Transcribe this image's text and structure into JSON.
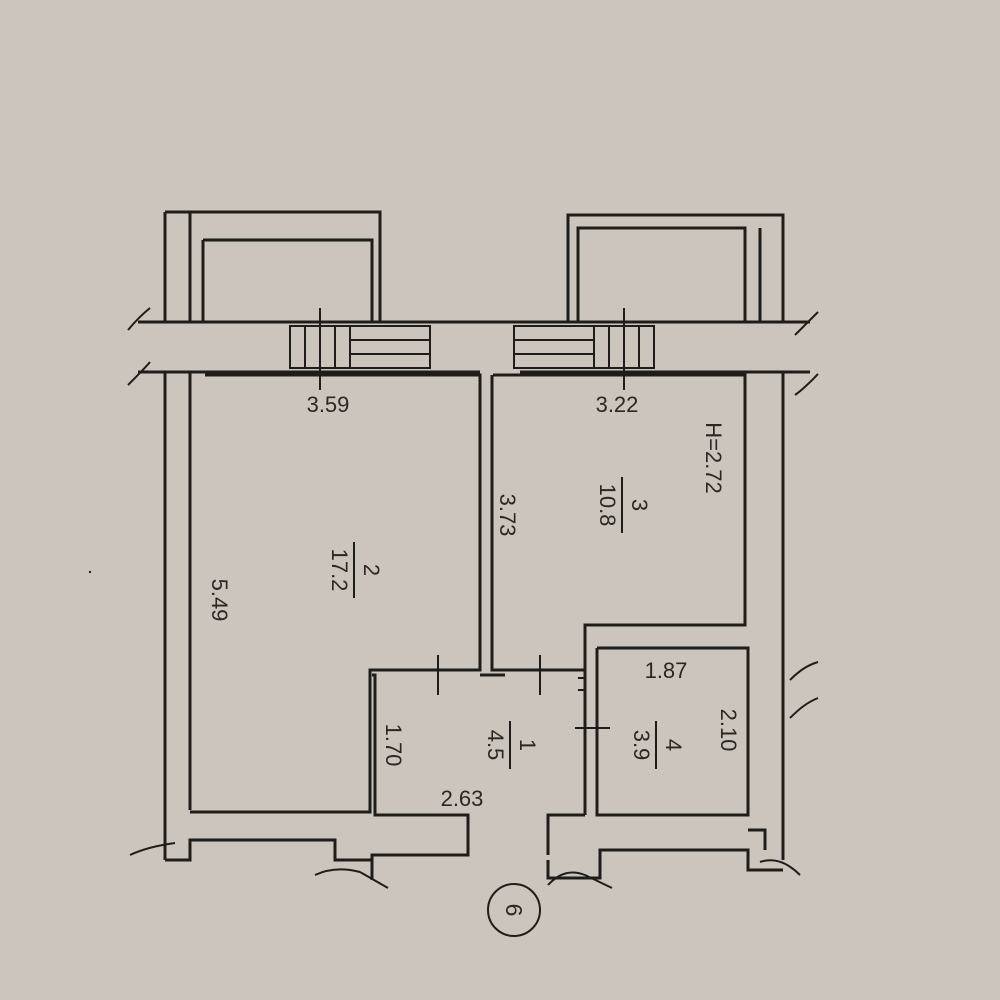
{
  "plan": {
    "ceiling_height": "H=2.72",
    "rooms": [
      {
        "number": "1",
        "area": "4.5"
      },
      {
        "number": "2",
        "area": "17.2"
      },
      {
        "number": "3",
        "area": "10.8"
      },
      {
        "number": "4",
        "area": "3.9"
      }
    ],
    "dimensions": {
      "room2_width": "3.59",
      "room2_length": "5.49",
      "room3_width": "3.22",
      "room3_length": "3.73",
      "room4_width": "1.87",
      "room4_length": "2.10",
      "hall_width": "2.63",
      "hall_length": "1.70"
    },
    "section_mark": "6"
  }
}
